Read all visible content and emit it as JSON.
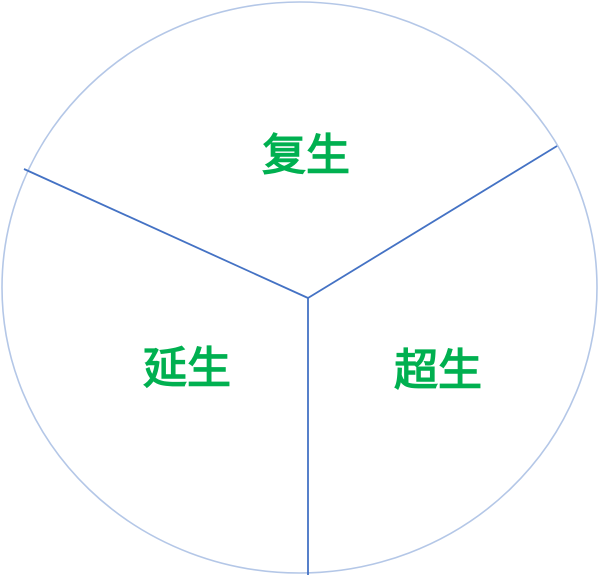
{
  "diagram": {
    "sectors": [
      {
        "label": "复生"
      },
      {
        "label": "延生"
      },
      {
        "label": "超生"
      }
    ]
  },
  "colors": {
    "circle_outline": "#b4c7e7",
    "divider_lines": "#4472c4",
    "label_text": "#00b050"
  }
}
